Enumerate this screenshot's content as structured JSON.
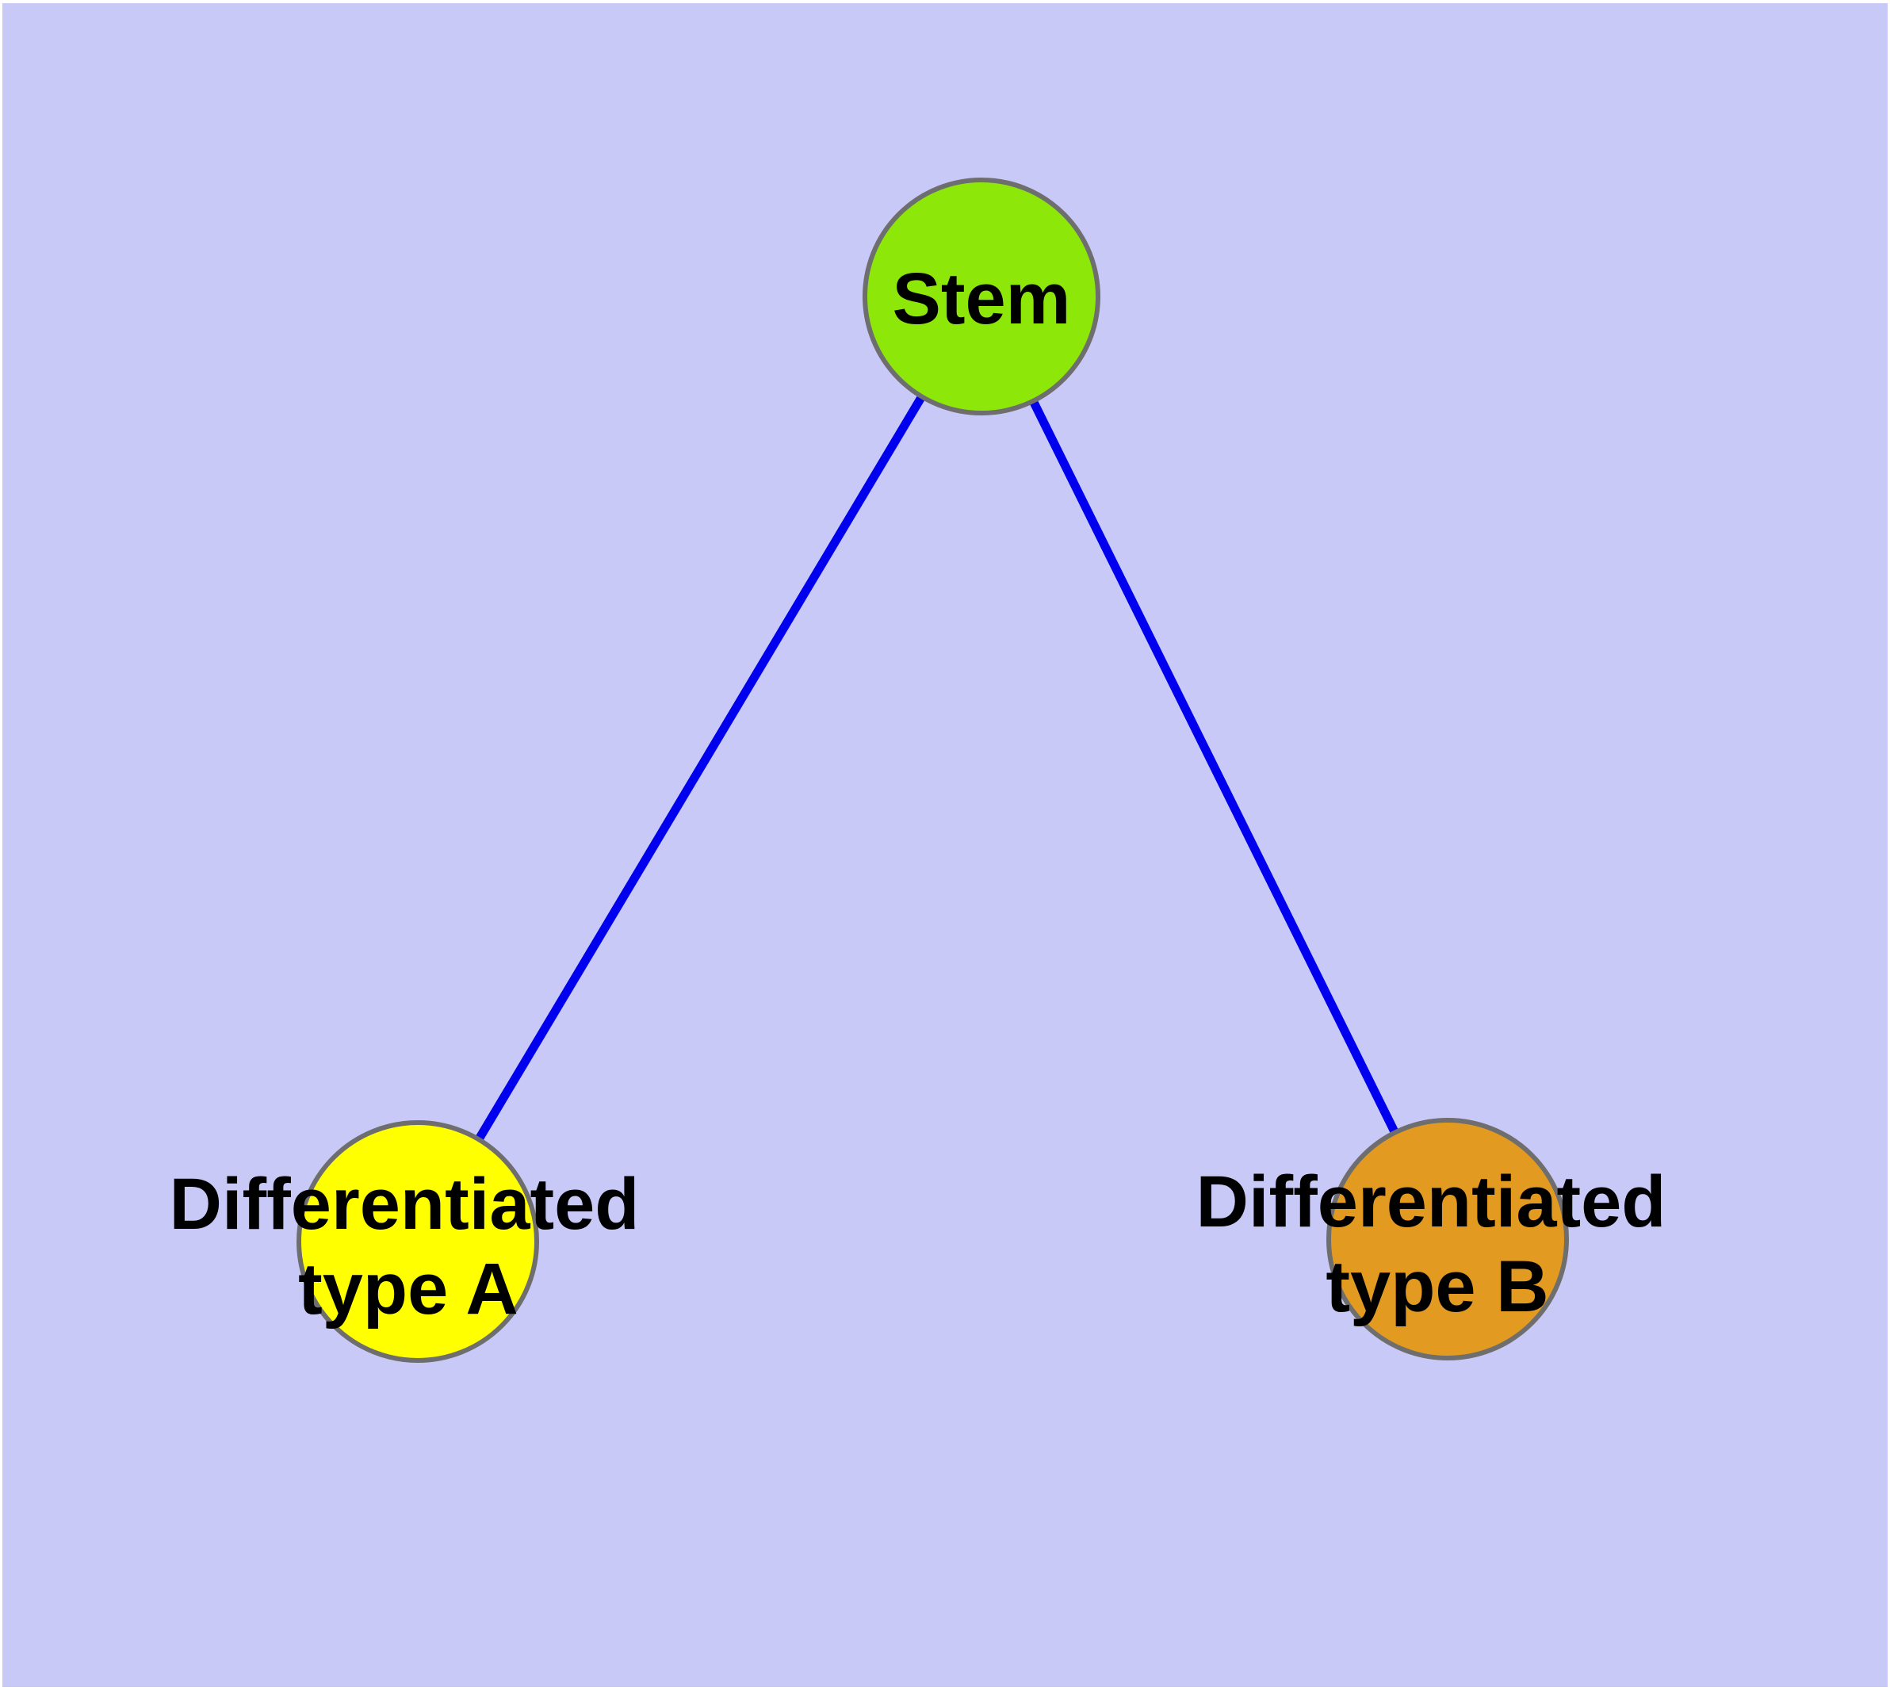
{
  "diagram": {
    "type": "graph",
    "description": "Cell differentiation tree: one stem node with two differentiated child nodes connected by blue edges",
    "nodes": {
      "stem": {
        "label": "Stem",
        "fill": "#8de80a"
      },
      "type_a": {
        "label_line1": "Differentiated",
        "label_line2": "type A",
        "label_full": "Differentiated type A",
        "fill": "#ffff00"
      },
      "type_b": {
        "label_line1": "Differentiated",
        "label_line2": "type B",
        "label_full": "Differentiated type B",
        "fill": "#e39a21"
      }
    },
    "edges": [
      {
        "from": "Stem",
        "to": "Differentiated type A"
      },
      {
        "from": "Stem",
        "to": "Differentiated type B"
      }
    ]
  },
  "colors": {
    "page_margin": "#ffffff",
    "background": "#c9c9f8",
    "edge": "#0000ee",
    "node_border": "#6e6e6e",
    "text": "#000000"
  }
}
